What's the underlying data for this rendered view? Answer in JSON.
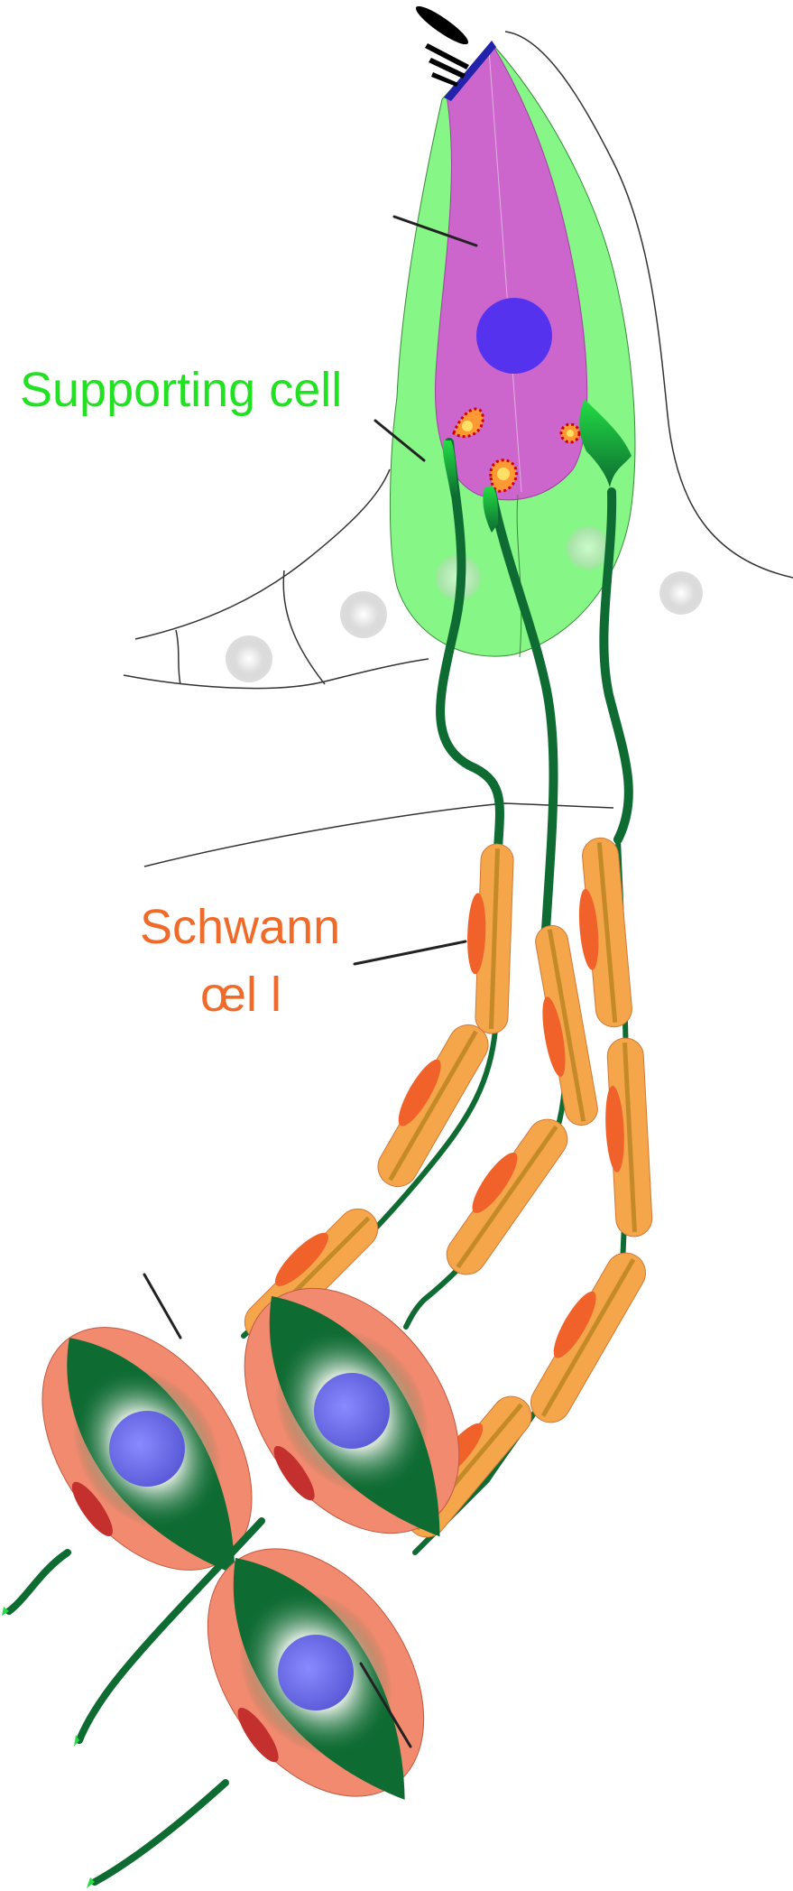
{
  "labels": {
    "supporting_cell": "Supporting cell",
    "schwann_line1": "Schwann",
    "schwann_line2": "œl l"
  },
  "colors": {
    "supporting_cell_label": "#22e022",
    "schwann_label": "#f06a2a",
    "supporting_cell_fill": "#86f786",
    "hair_cell_fill": "#cc66cc",
    "nucleus": "#5533ee",
    "nerve_fiber": "#0e6b32",
    "myelin_sheath": "#f5a54a",
    "schwann_nucleus": "#f0622a",
    "ganglion_body": "#0e6b32",
    "ganglion_outer": "#f28a70",
    "ganglion_nucleus": "#6a6ae8"
  }
}
